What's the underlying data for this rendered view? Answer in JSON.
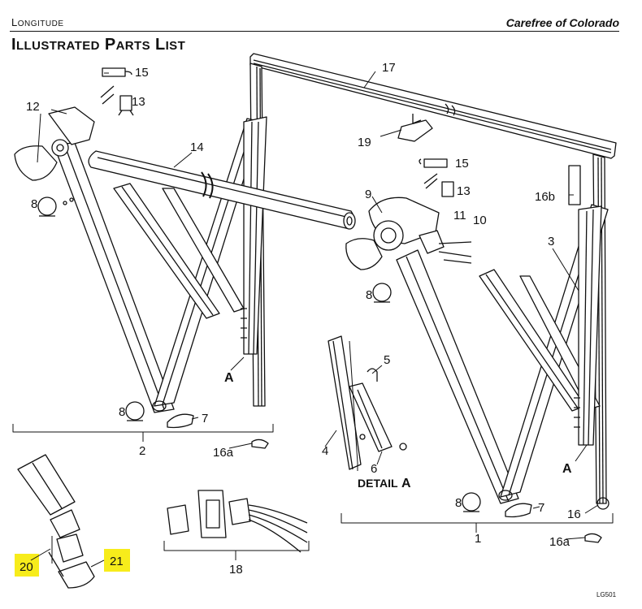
{
  "header": {
    "left_label": "Longitude",
    "right_label": "Carefree of Colorado",
    "title": "Illustrated Parts List"
  },
  "callouts": {
    "c1": "1",
    "c2": "2",
    "c3": "3",
    "c4": "4",
    "c5": "5",
    "c6": "6",
    "c7a": "7",
    "c7b": "7",
    "c8a": "8",
    "c8b": "8",
    "c8c": "8",
    "c8d": "8",
    "c9": "9",
    "c10": "10",
    "c11": "11",
    "c12": "12",
    "c13a": "13",
    "c13b": "13",
    "c14": "14",
    "c15a": "15",
    "c15b": "15",
    "c16": "16",
    "c16a1": "16a",
    "c16a2": "16a",
    "c16b": "16b",
    "c17": "17",
    "c18": "18",
    "c19": "19",
    "c20": "20",
    "c21": "21",
    "ca1": "A",
    "ca2": "A"
  },
  "detail_label": "DETAIL",
  "detail_letter": "A",
  "figure_code": "LG501",
  "colors": {
    "highlight": "#f7ec1b",
    "ink": "#111111"
  }
}
